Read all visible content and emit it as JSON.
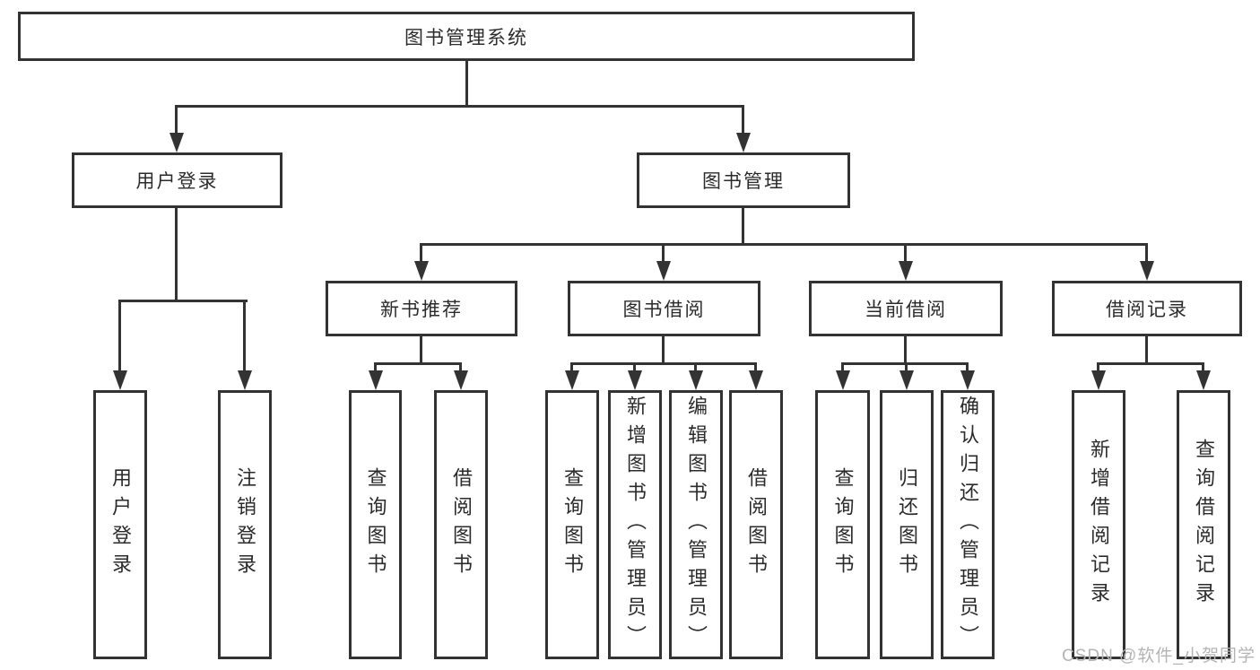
{
  "colors": {
    "line": "#333333",
    "box_border": "#333333",
    "text": "#2b2b2b",
    "background": "#ffffff",
    "watermark": "#b4b4b4"
  },
  "watermark": {
    "text": "CSDN @软件_小贺同学"
  },
  "tree": {
    "root": {
      "label": "图书管理系统",
      "children": [
        {
          "label": "用户登录",
          "children": [
            {
              "label": "用户登录"
            },
            {
              "label": "注销登录"
            }
          ]
        },
        {
          "label": "图书管理",
          "children": [
            {
              "label": "新书推荐",
              "children": [
                {
                  "label": "查询图书"
                },
                {
                  "label": "借阅图书"
                }
              ]
            },
            {
              "label": "图书借阅",
              "children": [
                {
                  "label": "查询图书"
                },
                {
                  "label": "新增图书（管理员）"
                },
                {
                  "label": "编辑图书（管理员）"
                },
                {
                  "label": "借阅图书"
                }
              ]
            },
            {
              "label": "当前借阅",
              "children": [
                {
                  "label": "查询图书"
                },
                {
                  "label": "归还图书"
                },
                {
                  "label": "确认归还（管理员）"
                }
              ]
            },
            {
              "label": "借阅记录",
              "children": [
                {
                  "label": "新增借阅记录"
                },
                {
                  "label": "查询借阅记录"
                }
              ]
            }
          ]
        }
      ]
    }
  }
}
